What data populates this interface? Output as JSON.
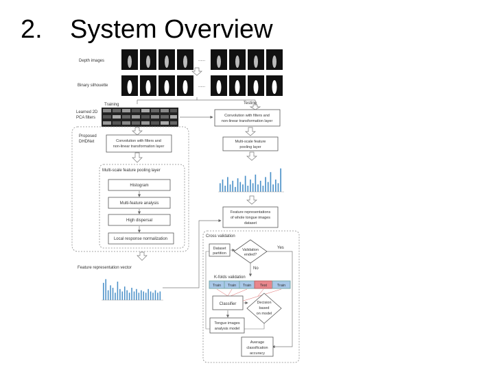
{
  "slide": {
    "number": "2.",
    "title": "System Overview"
  },
  "diagram": {
    "row_depth": "Depth images",
    "row_binary": "Binary silhouette",
    "ellipsis": "......",
    "training": "Training",
    "testing": "Testing",
    "learned_filters": [
      "Learned 2D",
      "PCA filters"
    ],
    "proposed": [
      "Proposed",
      "DHDNet"
    ],
    "conv_train": [
      "Convolution with filters and",
      "non-linear transformation layer"
    ],
    "conv_test": [
      "Convolution with filters and",
      "non-linear transformation layer"
    ],
    "ms_pool_test": [
      "Multi-scale feature",
      "pooling layer"
    ],
    "ms_pool_train": "Multi-scale feature pooling layer",
    "histogram": "Histogram",
    "multi_feature": "Multi-feature analysis",
    "high_dispersal": "High dispersal",
    "local_norm": "Local response normalization",
    "feature_vector": "Feature representation vector",
    "feature_whole": [
      "Feature representations",
      "of whole tongue images",
      "dataset"
    ],
    "cross_validation": "Cross validation",
    "dataset_partition": [
      "Dataset",
      "partition"
    ],
    "validation_ended": [
      "Validation",
      "ended?"
    ],
    "yes": "Yes",
    "no": "No",
    "kfolds": "K-folds validation",
    "folds": [
      "Train",
      "Train",
      "Train",
      "Test",
      "Train"
    ],
    "classifier": "Classifier",
    "decision": [
      "Decision",
      "based",
      "on model"
    ],
    "tongue_model": [
      "Tongue images",
      "analysis model"
    ],
    "average_acc": [
      "Average",
      "classification",
      "accuracy"
    ]
  },
  "chart_data": [
    {
      "type": "bar",
      "series": [
        {
          "values": [
            0.35,
            0.5,
            0.25,
            0.6,
            0.3,
            0.45,
            0.2,
            0.55,
            0.4,
            0.3,
            0.65,
            0.25,
            0.5,
            0.35,
            0.7,
            0.3,
            0.45,
            0.25,
            0.6,
            0.4,
            0.8,
            0.3,
            0.5,
            0.35,
            0.95
          ]
        }
      ]
    },
    {
      "type": "bar",
      "series": [
        {
          "values": [
            0.7,
            0.85,
            0.4,
            0.6,
            0.5,
            0.3,
            0.75,
            0.45,
            0.35,
            0.55,
            0.4,
            0.3,
            0.5,
            0.35,
            0.45,
            0.3,
            0.4,
            0.35,
            0.3,
            0.45,
            0.35,
            0.3,
            0.4,
            0.3,
            0.35
          ]
        }
      ]
    }
  ],
  "colors": {
    "box_stroke": "#555555",
    "dash_stroke": "#888888",
    "bar": "#4a90c8",
    "fold_train": "#a9c8e8",
    "fold_test": "#e8868c"
  }
}
